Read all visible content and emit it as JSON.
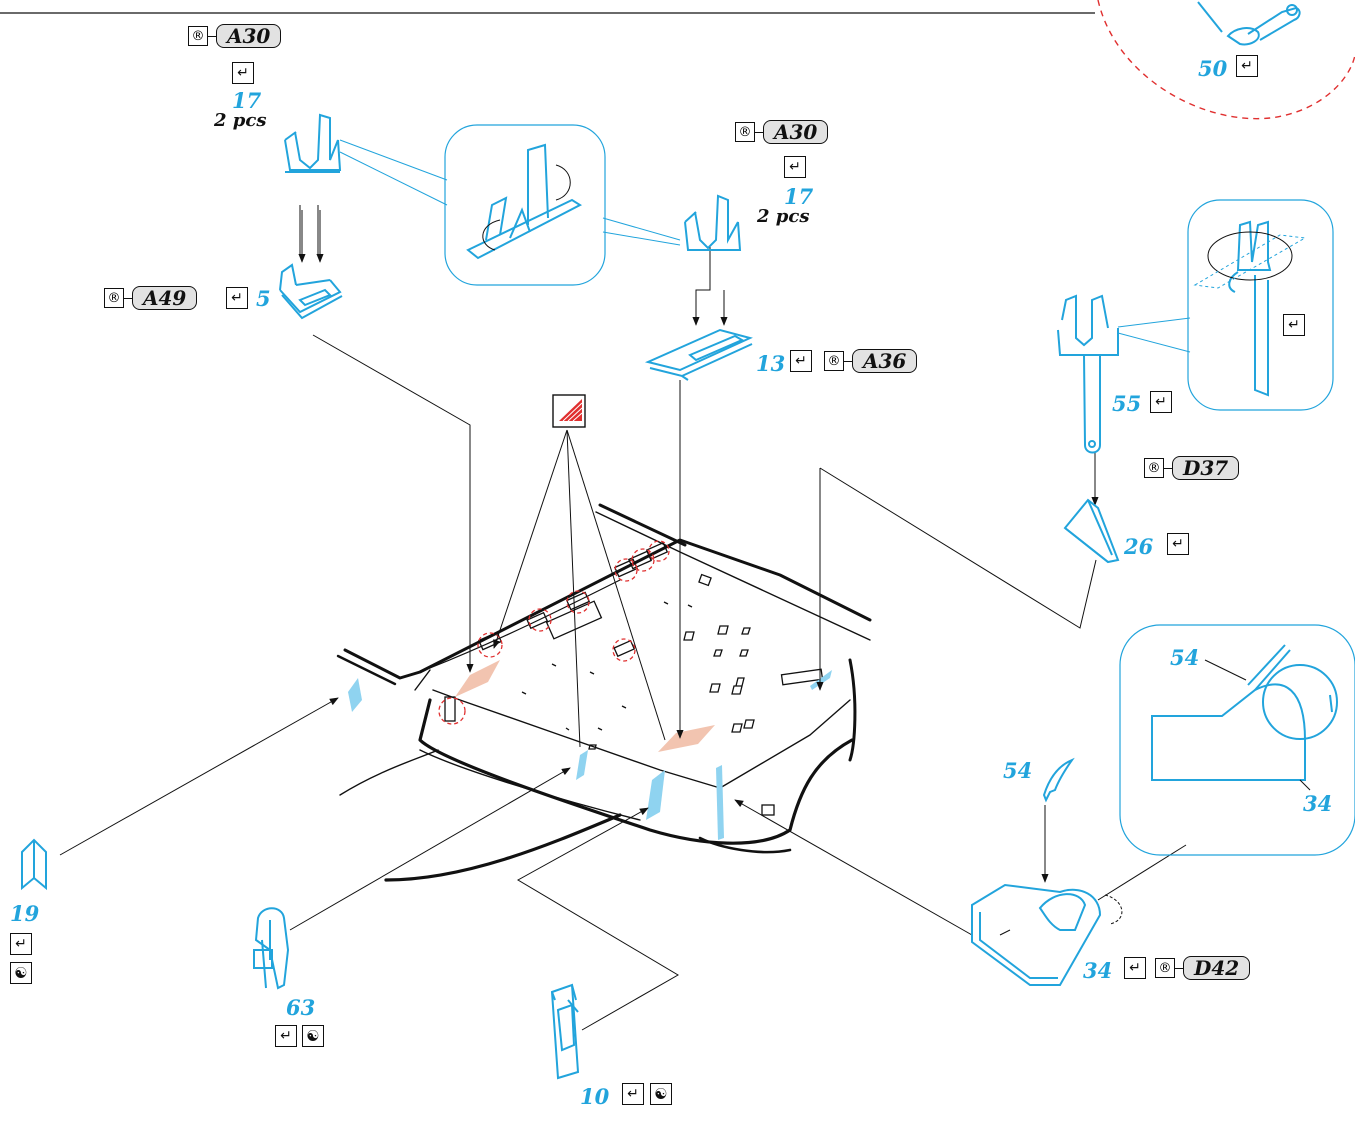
{
  "colors": {
    "part": "#22a4dc",
    "ink": "#111111",
    "highlight": "#f2c4b0",
    "circle": "#e03030",
    "pill": "#e2e2e2"
  },
  "icons": {
    "fold": "fold-icon",
    "resin": "resin-part-icon",
    "optional": "yin-yang-icon",
    "paint": "paint-icon"
  },
  "glyphs": {
    "fold": "↵",
    "resin": "®",
    "optional": "☯"
  },
  "parts": {
    "p50": {
      "num": "50"
    },
    "p17a": {
      "num": "17",
      "pcs": "2 pcs",
      "ref": "A30"
    },
    "p17b": {
      "num": "17",
      "pcs": "2 pcs",
      "ref": "A30"
    },
    "p5": {
      "num": "5",
      "ref": "A49"
    },
    "p13": {
      "num": "13",
      "ref": "A36"
    },
    "p55": {
      "num": "55"
    },
    "d37": {
      "ref": "D37"
    },
    "p26": {
      "num": "26"
    },
    "p54a": {
      "num": "54"
    },
    "p54b": {
      "num": "54"
    },
    "p34a": {
      "num": "34"
    },
    "p34b": {
      "num": "34",
      "ref": "D42"
    },
    "p19": {
      "num": "19"
    },
    "p63": {
      "num": "63"
    },
    "p10": {
      "num": "10"
    }
  }
}
